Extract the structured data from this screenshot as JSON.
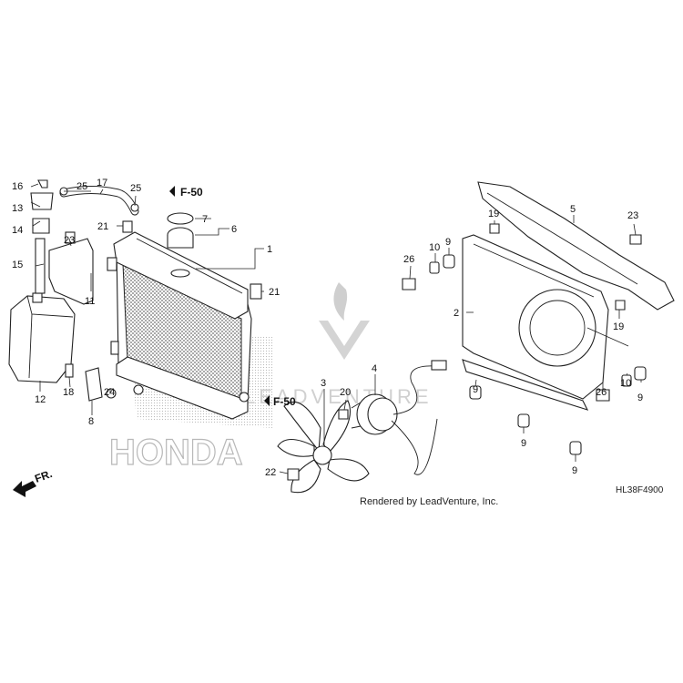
{
  "brand_watermark": "HONDA",
  "center_watermark": "LEADVENTURE",
  "footer": {
    "rendered_by": "Rendered by LeadVenture, Inc.",
    "diagram_code": "HL38F4900"
  },
  "direction_marker": "FR.",
  "references": [
    "F-50",
    "F-50"
  ],
  "callouts": [
    "1",
    "2",
    "3",
    "4",
    "5",
    "6",
    "7",
    "8",
    "9",
    "9",
    "9",
    "9",
    "9",
    "10",
    "10",
    "11",
    "12",
    "13",
    "14",
    "15",
    "16",
    "17",
    "18",
    "19",
    "19",
    "20",
    "21",
    "21",
    "22",
    "23",
    "23",
    "24",
    "25",
    "25",
    "26",
    "26"
  ],
  "colors": {
    "line": "#222222",
    "watermark": "#c8c8c8",
    "background": "#ffffff"
  }
}
